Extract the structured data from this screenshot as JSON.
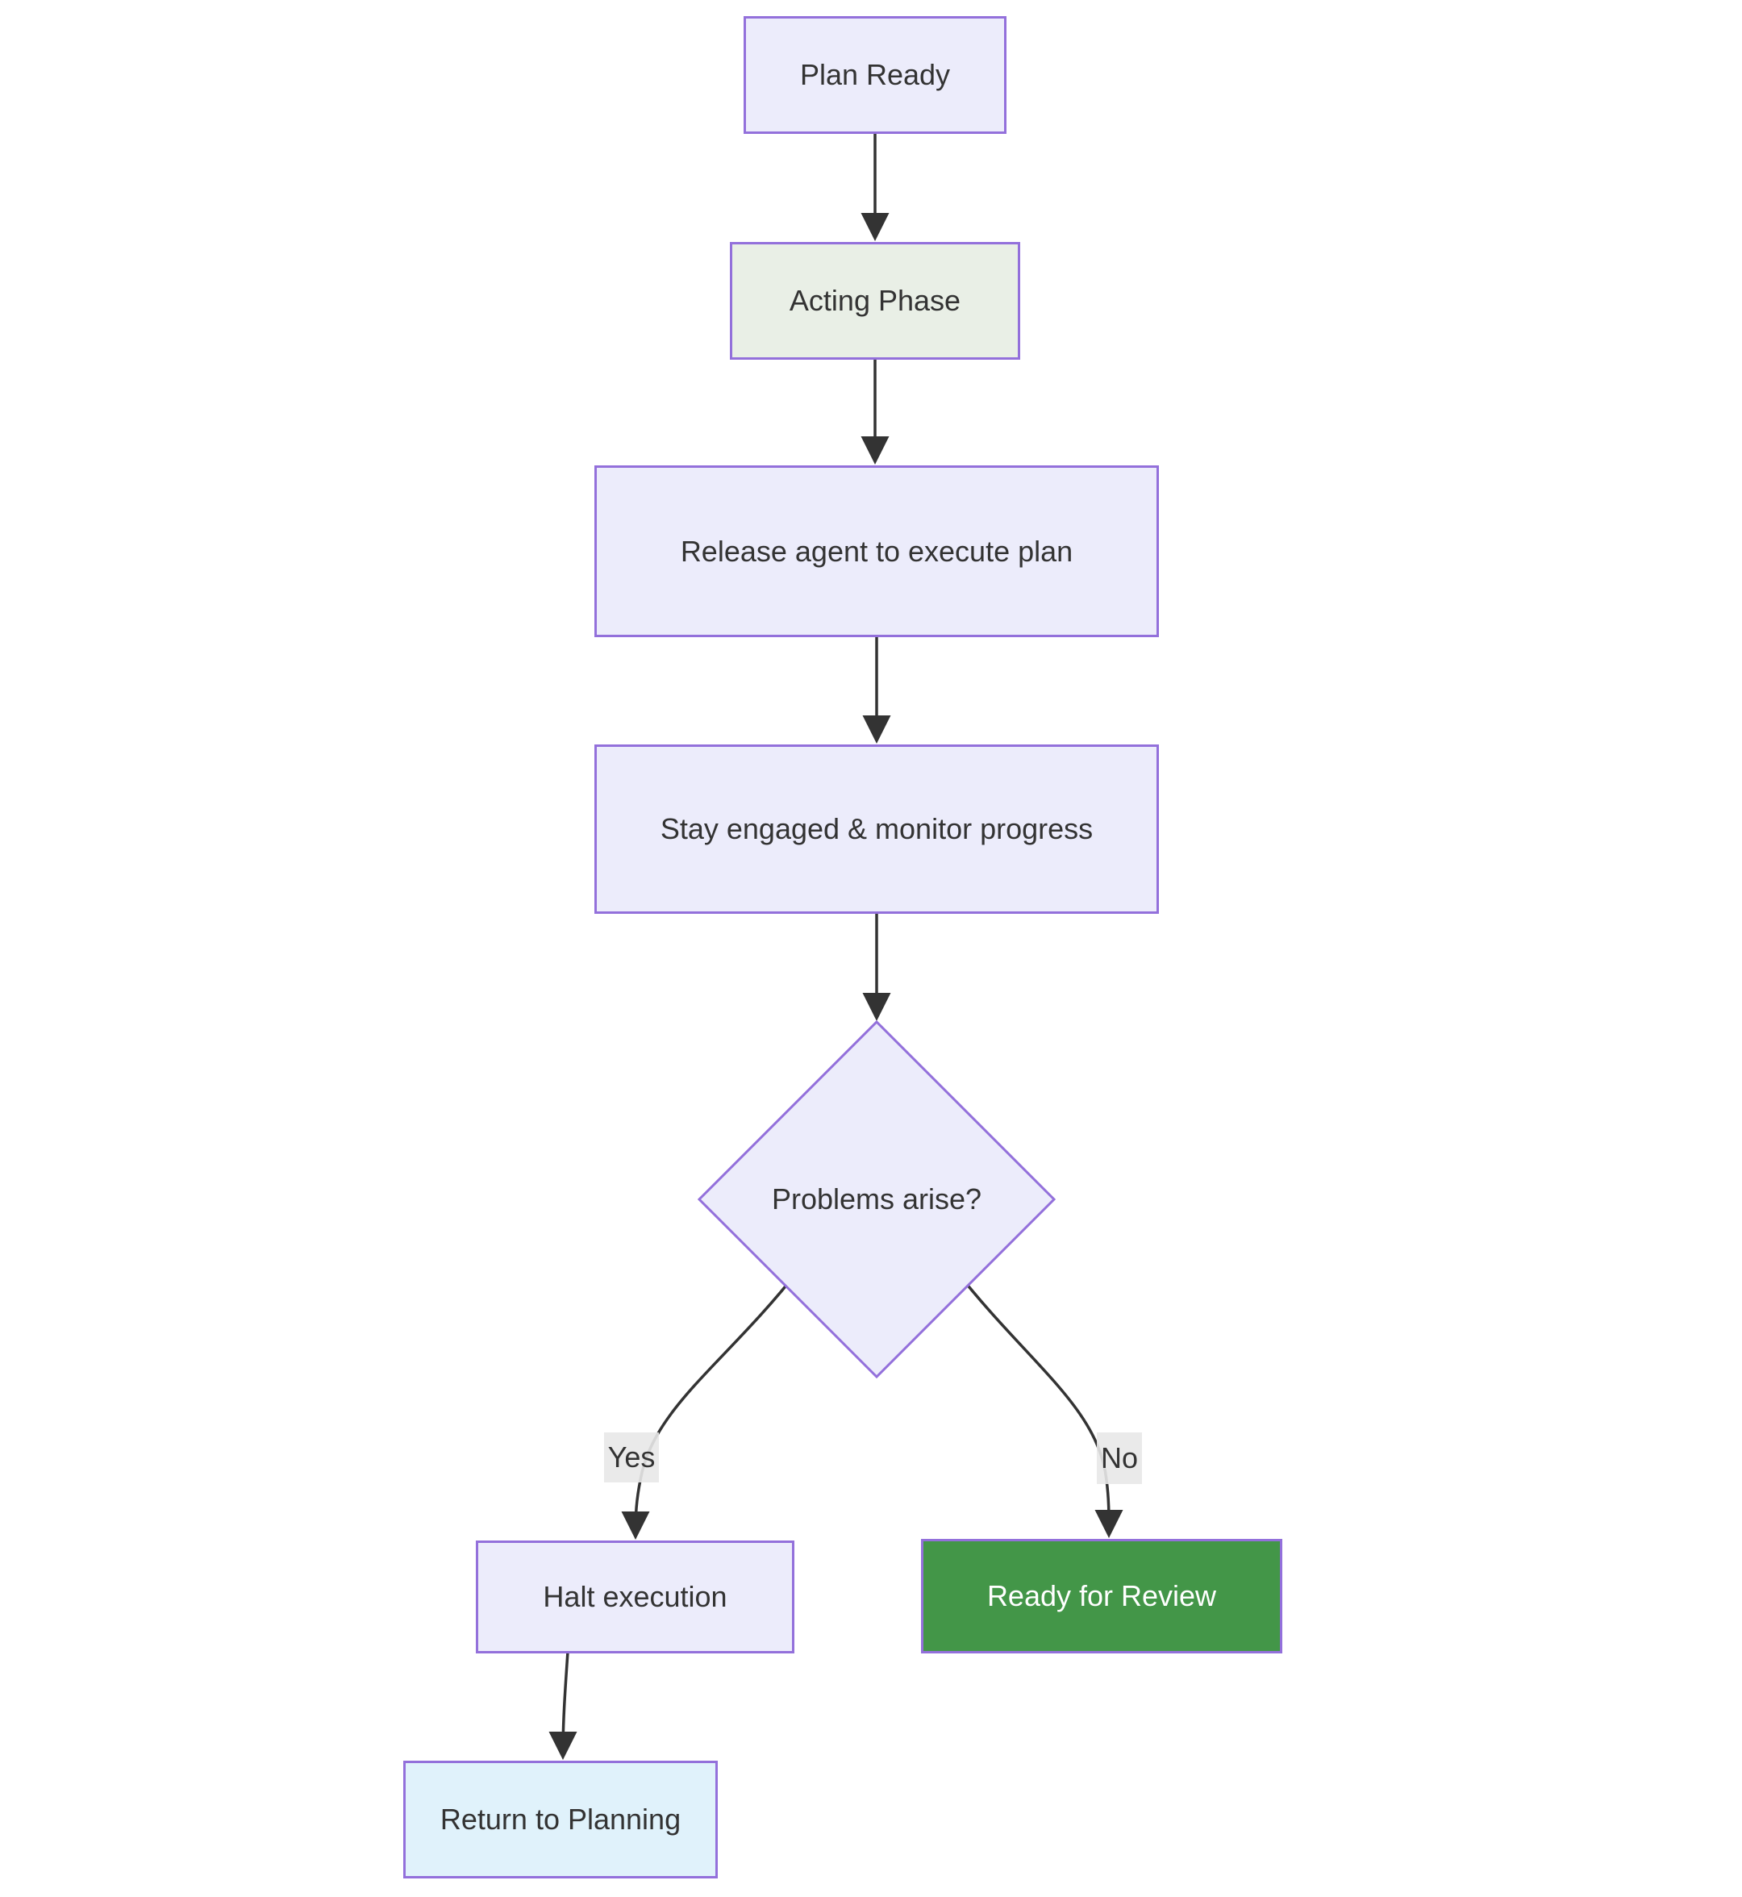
{
  "app": {
    "type": "flowchart-diagram",
    "background": "#FFFFFF"
  },
  "colors": {
    "node_fill_default": "#ECECFB",
    "node_border": "#9370DB",
    "node_text": "#333333",
    "acting_phase_fill": "#E9EFE6",
    "ready_for_review_fill": "#439648",
    "ready_for_review_text": "#FFFFFF",
    "return_to_planning_fill": "#E0F2FB",
    "edge_stroke": "#333333",
    "edge_label_background": "#E8E8E8"
  },
  "nodes": {
    "plan_ready": {
      "label": "Plan Ready",
      "shape": "rectangle",
      "fill": "#ECECFB",
      "border": "#9370DB",
      "text_color": "#333333"
    },
    "acting_phase": {
      "label": "Acting Phase",
      "shape": "rectangle",
      "fill": "#E9EFE6",
      "border": "#9370DB",
      "text_color": "#333333"
    },
    "release_agent": {
      "label": "Release agent to execute plan",
      "shape": "rectangle",
      "fill": "#ECECFB",
      "border": "#9370DB",
      "text_color": "#333333"
    },
    "stay_engaged": {
      "label": "Stay engaged & monitor progress",
      "shape": "rectangle",
      "fill": "#ECECFB",
      "border": "#9370DB",
      "text_color": "#333333"
    },
    "problems_arise": {
      "label": "Problems arise?",
      "shape": "diamond",
      "fill": "#ECECFB",
      "border": "#9370DB",
      "text_color": "#333333"
    },
    "halt_execution": {
      "label": "Halt execution",
      "shape": "rectangle",
      "fill": "#ECECFB",
      "border": "#9370DB",
      "text_color": "#333333"
    },
    "ready_for_review": {
      "label": "Ready for Review",
      "shape": "rectangle",
      "fill": "#439648",
      "border": "#9370DB",
      "text_color": "#FFFFFF"
    },
    "return_to_planning": {
      "label": "Return to Planning",
      "shape": "rectangle",
      "fill": "#E0F2FB",
      "border": "#9370DB",
      "text_color": "#333333"
    }
  },
  "edges": [
    {
      "from": "plan_ready",
      "to": "acting_phase",
      "label": ""
    },
    {
      "from": "acting_phase",
      "to": "release_agent",
      "label": ""
    },
    {
      "from": "release_agent",
      "to": "stay_engaged",
      "label": ""
    },
    {
      "from": "stay_engaged",
      "to": "problems_arise",
      "label": ""
    },
    {
      "from": "problems_arise",
      "to": "halt_execution",
      "label": "Yes"
    },
    {
      "from": "problems_arise",
      "to": "ready_for_review",
      "label": "No"
    },
    {
      "from": "halt_execution",
      "to": "return_to_planning",
      "label": ""
    }
  ]
}
